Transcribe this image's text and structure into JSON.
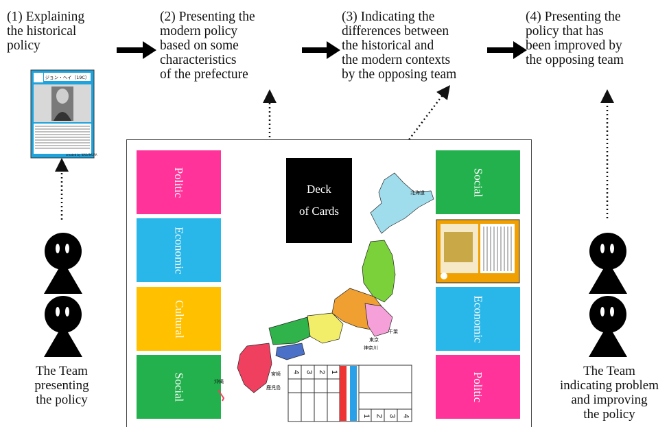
{
  "steps": [
    {
      "id": "step1",
      "text": "(1) Explaining\n     the historical\n     policy"
    },
    {
      "id": "step2",
      "text": "(2) Presenting the\n     modern policy\n     based on some\n     characteristics\n     of the prefecture"
    },
    {
      "id": "step3",
      "text": "(3) Indicating the\n     differences between\n     the historical and\n     the modern contexts\n     by the opposing team"
    },
    {
      "id": "step4",
      "text": "(4) Presenting the\n     policy that has\n     been improved by\n     the opposing team"
    }
  ],
  "teams": {
    "left_label": "The Team\npresenting\nthe policy",
    "right_label": "The Team\nindicating problem\nand improving\nthe policy"
  },
  "board": {
    "left_cards": [
      {
        "label": "Politic",
        "color": "#ff3399"
      },
      {
        "label": "Economic",
        "color": "#29b6e8"
      },
      {
        "label": "Cultural",
        "color": "#ffc000"
      },
      {
        "label": "Social",
        "color": "#22b14c"
      }
    ],
    "right_cards": [
      {
        "label": "Social",
        "color": "#22b14c"
      },
      {
        "label": "Economic",
        "color": "#29b6e8"
      },
      {
        "label": "Politic",
        "color": "#ff3399"
      }
    ],
    "deck_label": "Deck\nof Cards"
  },
  "hist_card": {
    "title": "ジョン・ヘイ（19C）",
    "credit": "created by NAKAMURA"
  },
  "score_table": {
    "left_numbers": [
      "4",
      "3",
      "2",
      "1"
    ],
    "bottom_numbers": [
      "1",
      "2",
      "3",
      "4"
    ]
  },
  "map": {
    "region_labels": [
      "北海道",
      "沖縄",
      "鹿児島",
      "宮崎",
      "東京",
      "神奈川",
      "千葉"
    ]
  }
}
